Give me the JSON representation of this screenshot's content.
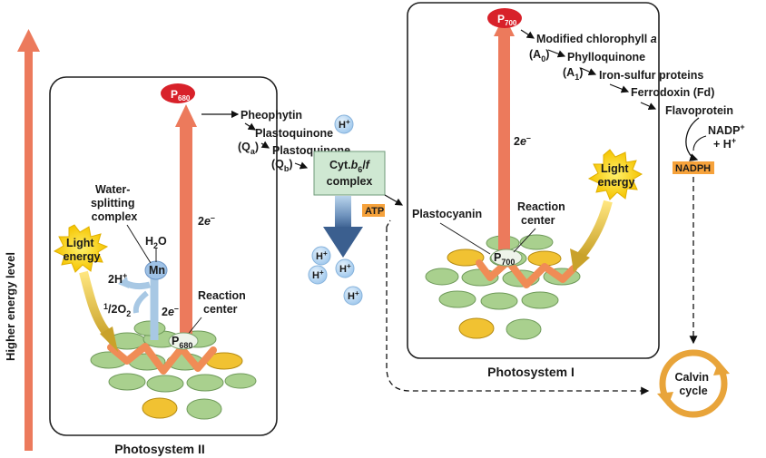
{
  "axis": {
    "label": "Higher energy level"
  },
  "ps2": {
    "title": "Photosystem II",
    "p680_badge": {
      "main": "P",
      "sub": "680"
    },
    "p680_center": {
      "main": "P",
      "sub": "680"
    },
    "water_splitting": [
      "Water-",
      "splitting",
      "complex"
    ],
    "h2o": {
      "main": "H",
      "sub": "2",
      "tail": "O"
    },
    "mn": "Mn",
    "two_h": {
      "main": "2H",
      "sup": "+"
    },
    "half_o2": {
      "pre": "1",
      "frac": "/2",
      "main": "O",
      "sub": "2"
    },
    "two_e_low": {
      "main": "2",
      "ital": "e",
      "sup": "–"
    },
    "two_e_high": {
      "main": "2",
      "ital": "e",
      "sup": "–"
    },
    "light_energy": [
      "Light",
      "energy"
    ],
    "reaction_center": [
      "Reaction",
      "center"
    ]
  },
  "chain1": {
    "pheophytin": "Pheophytin",
    "plastoquinone_a": "Plastoquinone",
    "qa": {
      "open": "(Q",
      "sub": "a",
      "close": ")"
    },
    "plastoquinone_b": "Plastoquinone",
    "qb": {
      "open": "(Q",
      "sub": "b",
      "close": ")"
    }
  },
  "cytb6f": {
    "line1_main": "Cyt.",
    "line1_b": "b",
    "line1_sub": "6",
    "line1_tail": "/",
    "line1_f": "f",
    "line2": "complex"
  },
  "protons": {
    "main": "H",
    "sup": "+"
  },
  "atp": "ATP",
  "ps1": {
    "title": "Photosystem I",
    "p700_badge": {
      "main": "P",
      "sub": "700"
    },
    "p700_center": {
      "main": "P",
      "sub": "700"
    },
    "two_e": {
      "main": "2",
      "ital": "e",
      "sup": "–"
    },
    "plastocyanin": "Plastocyanin",
    "reaction_center": [
      "Reaction",
      "center"
    ],
    "light_energy": [
      "Light",
      "energy"
    ]
  },
  "chain2": {
    "modified_chl": {
      "main": "Modified chlorophyll ",
      "ital": "a"
    },
    "a0": {
      "open": "(A",
      "sub": "0",
      "close": ")"
    },
    "phylloquinone": "Phylloquinone",
    "a1": {
      "open": "(A",
      "sub": "1",
      "close": ")"
    },
    "iron_sulfur": "Iron-sulfur proteins",
    "ferredoxin": "Ferrodoxin (Fd)",
    "flavoprotein": "Flavoprotein",
    "nadp": {
      "main": "NADP",
      "sup": "+"
    },
    "plus_h": {
      "main": "+ H",
      "sup": "+"
    },
    "nadph": "NADPH"
  },
  "calvin": [
    "Calvin",
    "cycle"
  ],
  "colors": {
    "energy_arrow": "#ec7a5c",
    "p_badge": "#d8212a",
    "disc_green": "#a9d08e",
    "disc_yellow": "#f1c232",
    "e_path": "#f08c56",
    "cyt_box": "#cfe8d2",
    "proton": "#bcdcf5",
    "atp_box": "#f6a23b",
    "calvin_ring": "#e8a43a"
  }
}
